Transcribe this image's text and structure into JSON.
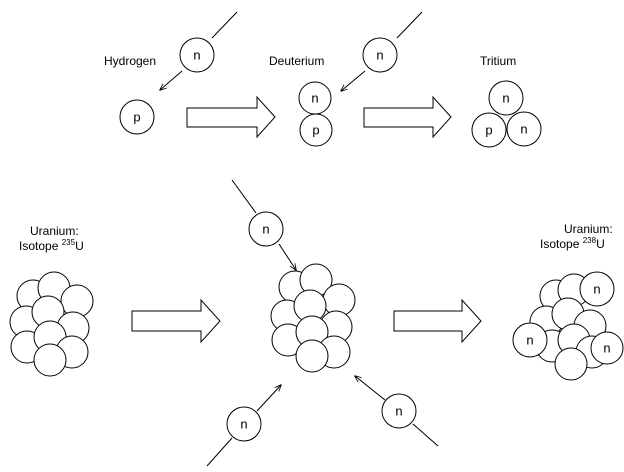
{
  "labels": {
    "hydrogen": "Hydrogen",
    "deuterium": "Deuterium",
    "tritium": "Tritium",
    "uranium_left_line1": "Uranium:",
    "uranium_left_prefix": "Isotope ",
    "uranium_left_mass": "235",
    "uranium_left_symbol": "U",
    "uranium_right_line1": "Uranium:",
    "uranium_right_prefix": "Isotope ",
    "uranium_right_mass": "238",
    "uranium_right_symbol": "U"
  },
  "particles": {
    "neutron": "n",
    "proton": "p"
  }
}
